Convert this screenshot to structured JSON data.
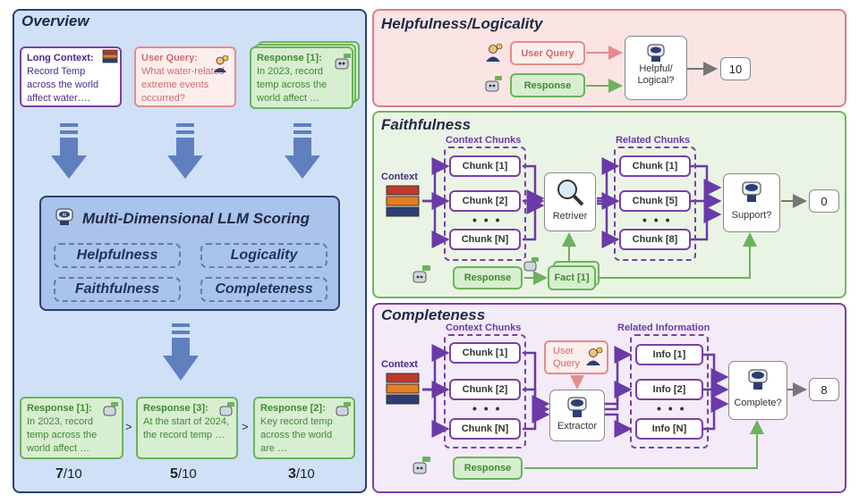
{
  "overview": {
    "title": "Overview",
    "inputs": [
      {
        "label": "Long Context:",
        "text": "Record Temp across the world affect water….",
        "icon": "server-icon"
      },
      {
        "label": "User Query:",
        "text": "What water-related extreme events occurred?",
        "icon": "user-icon"
      },
      {
        "label": "Response [1]:",
        "text": "In 2023, record temp across the world affect …",
        "icon": "robot-icon"
      }
    ],
    "scoring_title": "Multi-Dimensional LLM Scoring",
    "dimensions": [
      "Helpfulness",
      "Logicality",
      "Faithfulness",
      "Completeness"
    ],
    "ranked": [
      {
        "label": "Response [1]:",
        "text": "In 2023, record temp across the world affect …",
        "score": "7",
        "denom": "/10"
      },
      {
        "label": "Response [3]:",
        "text": "At the start of 2024, the record temp …",
        "score": "5",
        "denom": "/10"
      },
      {
        "label": "Response [2]:",
        "text": "Key record temp across the world are …",
        "score": "3",
        "denom": "/10"
      }
    ],
    "gt": ">"
  },
  "helpfulness": {
    "title": "Helpfulness/Logicality",
    "query": "User Query",
    "response": "Response",
    "judge": "Helpful/ Logical?",
    "result": "10"
  },
  "faithfulness": {
    "title": "Faithfulness",
    "context": "Context",
    "chunks_title": "Context  Chunks",
    "chunks": [
      "Chunk [1]",
      "Chunk [2]",
      "Chunk [N]"
    ],
    "retriever": "Retriver",
    "related_title": "Related Chunks",
    "related": [
      "Chunk [1]",
      "Chunk [5]",
      "Chunk [8]"
    ],
    "response": "Response",
    "fact": "Fact [1]",
    "judge": "Support?",
    "result": "0",
    "dots": "• • •"
  },
  "completeness": {
    "title": "Completeness",
    "context": "Context",
    "chunks_title": "Context  Chunks",
    "chunks": [
      "Chunk [1]",
      "Chunk [2]",
      "Chunk [N]"
    ],
    "query": "User Query",
    "extractor": "Extractor",
    "related_title": "Related Information",
    "related": [
      "Info [1]",
      "Info [2]",
      "Info [N]"
    ],
    "response": "Response",
    "judge": "Complete?",
    "result": "8",
    "dots": "• • •"
  },
  "colors": {
    "overview_bg": "#cfe0f7",
    "overview_border": "#2c3e73",
    "help_bg": "#fbe4e4",
    "help_border": "#d77f86",
    "faith_bg": "#eaf4e4",
    "faith_border": "#72b563",
    "comp_bg": "#f3ebf8",
    "comp_border": "#7b3fa6",
    "purple": "#6a3aa8",
    "green": "#6bb35c",
    "pink": "#e58c8c",
    "blue_arrow": "#5f7fbf"
  }
}
